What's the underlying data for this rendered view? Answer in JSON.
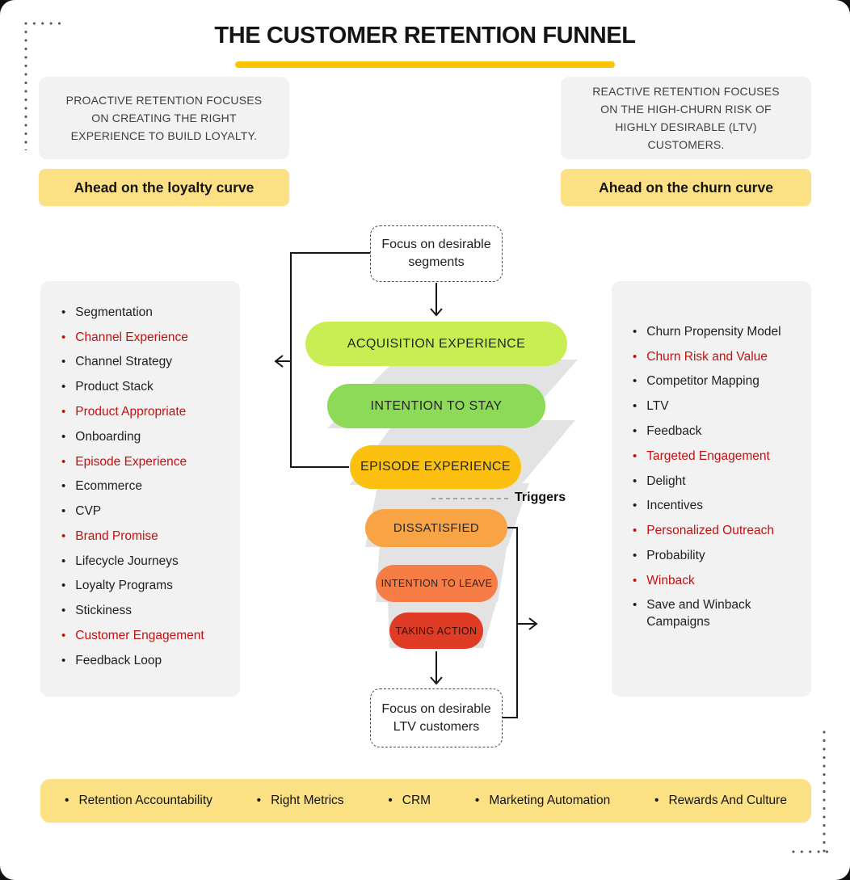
{
  "title": {
    "text": "THE CUSTOMER RETENTION FUNNEL"
  },
  "left_column": {
    "info": "PROACTIVE RETENTION FOCUSES ON CREATING THE RIGHT EXPERIENCE TO BUILD LOYALTY.",
    "highlight": "Ahead on the loyalty curve",
    "items": [
      {
        "label": "Segmentation",
        "highlighted": false
      },
      {
        "label": "Channel Experience",
        "highlighted": true
      },
      {
        "label": "Channel Strategy",
        "highlighted": false
      },
      {
        "label": "Product Stack",
        "highlighted": false
      },
      {
        "label": "Product Appropriate",
        "highlighted": true
      },
      {
        "label": "Onboarding",
        "highlighted": false
      },
      {
        "label": "Episode Experience",
        "highlighted": true
      },
      {
        "label": "Ecommerce",
        "highlighted": false
      },
      {
        "label": "CVP",
        "highlighted": false
      },
      {
        "label": "Brand Promise",
        "highlighted": true
      },
      {
        "label": "Lifecycle Journeys",
        "highlighted": false
      },
      {
        "label": "Loyalty Programs",
        "highlighted": false
      },
      {
        "label": "Stickiness",
        "highlighted": false
      },
      {
        "label": "Customer Engagement",
        "highlighted": true
      },
      {
        "label": "Feedback Loop",
        "highlighted": false
      }
    ]
  },
  "right_column": {
    "info": "REACTIVE RETENTION FOCUSES ON THE HIGH-CHURN RISK OF HIGHLY DESIRABLE (LTV) CUSTOMERS.",
    "highlight": "Ahead on the churn curve",
    "items": [
      {
        "label": "Churn Propensity Model",
        "highlighted": false
      },
      {
        "label": "Churn Risk and Value",
        "highlighted": true
      },
      {
        "label": "Competitor Mapping",
        "highlighted": false
      },
      {
        "label": "LTV",
        "highlighted": false
      },
      {
        "label": "Feedback",
        "highlighted": false
      },
      {
        "label": "Targeted Engagement",
        "highlighted": true
      },
      {
        "label": "Delight",
        "highlighted": false
      },
      {
        "label": "Incentives",
        "highlighted": false
      },
      {
        "label": "Personalized Outreach",
        "highlighted": true
      },
      {
        "label": "Probability",
        "highlighted": false
      },
      {
        "label": "Winback",
        "highlighted": true
      },
      {
        "label": "Save and Winback Campaigns",
        "highlighted": false
      }
    ]
  },
  "funnel": {
    "top_note": "Focus on desirable segments",
    "bottom_note": "Focus on desirable LTV customers",
    "triggers_label": "Triggers",
    "stages": [
      {
        "label": "ACQUISITION EXPERIENCE",
        "color": "#c9ee54"
      },
      {
        "label": "INTENTION TO STAY",
        "color": "#8cda57"
      },
      {
        "label": "EPISODE EXPERIENCE",
        "color": "#fcc110"
      },
      {
        "label": "DISSATISFIED",
        "color": "#f9a444"
      },
      {
        "label": "INTENTION TO LEAVE",
        "color": "#f67d46"
      },
      {
        "label": "TAKING ACTION",
        "color": "#e03b25"
      }
    ]
  },
  "bottom_bar": {
    "items": [
      "Retention Accountability",
      "Right Metrics",
      "CRM",
      "Marketing Automation",
      "Rewards And Culture"
    ]
  },
  "colors": {
    "accent_yellow": "#fce184",
    "underline_yellow": "#fdc500",
    "panel_gray": "#f2f2f2",
    "highlight_red_text": "#c01111",
    "funnel_ribbon_gray": "#e3e3e3"
  }
}
